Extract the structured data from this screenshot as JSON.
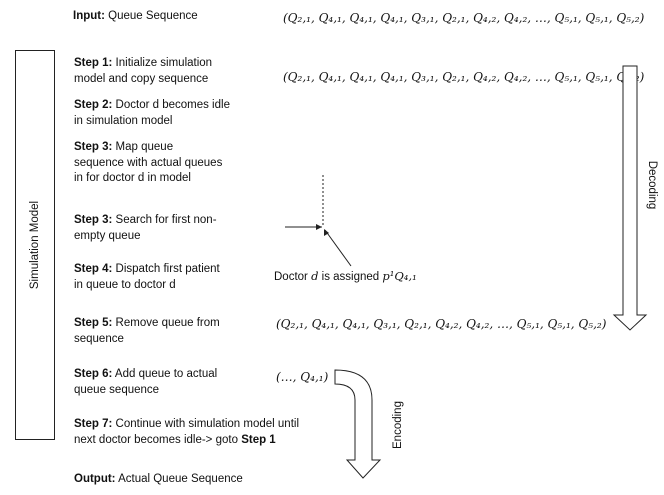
{
  "input": {
    "label": "Input:",
    "text": "Queue Sequence"
  },
  "output": {
    "label": "Output:",
    "text": "Actual Queue Sequence"
  },
  "simulation_model_label": "Simulation Model",
  "decoding_label": "Decoding",
  "encoding_label": "Encoding",
  "steps": [
    {
      "label": "Step 1:",
      "text": "Initialize simulation model and copy sequence"
    },
    {
      "label": "Step 2:",
      "text": "Doctor d becomes idle in simulation model"
    },
    {
      "label": "Step 3:",
      "text": "Map queue sequence with actual queues in for doctor d  in model"
    },
    {
      "label": "Step 3:",
      "text": "Search for first non-empty queue"
    },
    {
      "label": "Step 4:",
      "text": "Dispatch first patient in queue to doctor d"
    },
    {
      "label": "Step 5:",
      "text": "Remove queue from sequence"
    },
    {
      "label": "Step 6:",
      "text": "Add queue to actual queue sequence"
    },
    {
      "label": "Step 7:",
      "text": "Continue with simulation model until next doctor becomes idle-> goto",
      "suffix": "Step 1"
    }
  ],
  "sequences": {
    "input": "(Q₂,₁, Q₄,₁, Q₄,₁, Q₄,₁, Q₃,₁, Q₂,₁, Q₄,₂, Q₄,₂, …, Q₅,₁, Q₅,₁, Q₅,₂)",
    "step1": "(Q₂,₁, Q₄,₁, Q₄,₁, Q₄,₁, Q₃,₁, Q₂,₁, Q₄,₂, Q₄,₂, …, Q₅,₁, Q₅,₁, Q₅,₂)",
    "step5": "(Q₂,₁, Q₄,₁, Q₄,₁, Q₃,₁, Q₂,₁, Q₄,₂, Q₄,₂, …, Q₅,₁, Q₅,₁, Q₅,₂)",
    "step6": "(…, Q₄,₁)"
  },
  "assignment": {
    "prefix": "Doctor",
    "var": "d",
    "middle": "is assigned",
    "expr": "p¹Q₄,₁"
  }
}
